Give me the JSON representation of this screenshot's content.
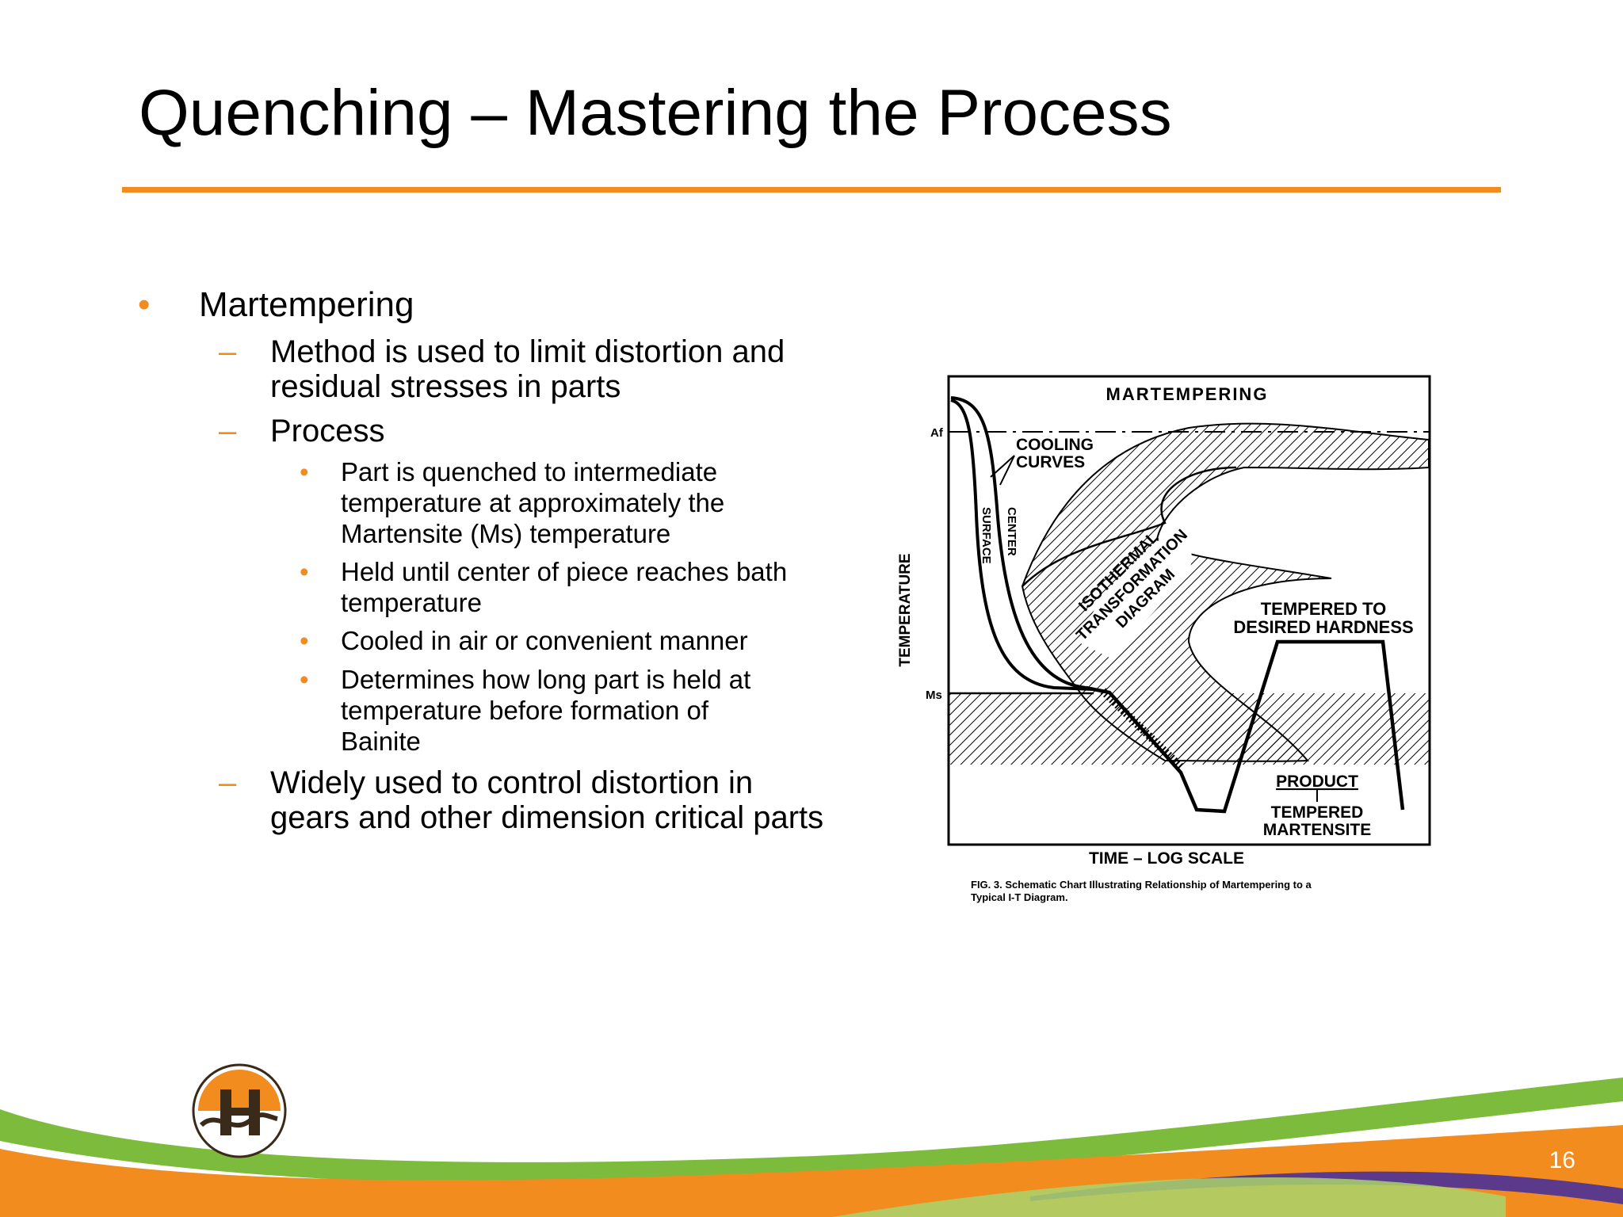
{
  "slide": {
    "title": "Quenching – Mastering the Process",
    "page_number": "16"
  },
  "bullets": {
    "main": "Martempering",
    "sub1": [
      "Method is used to limit distortion and",
      "residual stresses in parts"
    ],
    "sub2": "Process",
    "items": [
      [
        "Part is quenched to intermediate",
        "temperature at approximately the",
        "Martensite (Ms) temperature"
      ],
      [
        "Held until center of piece reaches bath",
        "temperature"
      ],
      [
        "Cooled in air or convenient manner"
      ],
      [
        "Determines how long part is held at",
        "temperature before formation of",
        "Bainite"
      ]
    ],
    "sub3": [
      "Widely used to control distortion in",
      "gears and other dimension critical parts"
    ]
  },
  "figure": {
    "header": "MARTEMPERING",
    "af_label": "Af",
    "ms_label": "Ms",
    "cooling_curves": [
      "COOLING",
      "CURVES"
    ],
    "surface_label": "SURFACE",
    "center_label": "CENTER",
    "it_label": [
      "ISOTHERMAL",
      "TRANSFORMATION",
      "DIAGRAM"
    ],
    "tempered_label": [
      "TEMPERED   TO",
      "DESIRED  HARDNESS"
    ],
    "product_label": "PRODUCT",
    "tm_label": [
      "TEMPERED",
      "MARTENSITE"
    ],
    "y_axis": "TEMPERATURE",
    "x_axis": "TIME – LOG  SCALE",
    "caption": [
      "FIG. 3. Schematic Chart Illustrating Relationship of Martempering to a",
      "Typical  I-T  Diagram."
    ]
  },
  "colors": {
    "accent_orange": "#f28c1e",
    "green": "#7dbb3c",
    "purple": "#5b3a8c"
  }
}
